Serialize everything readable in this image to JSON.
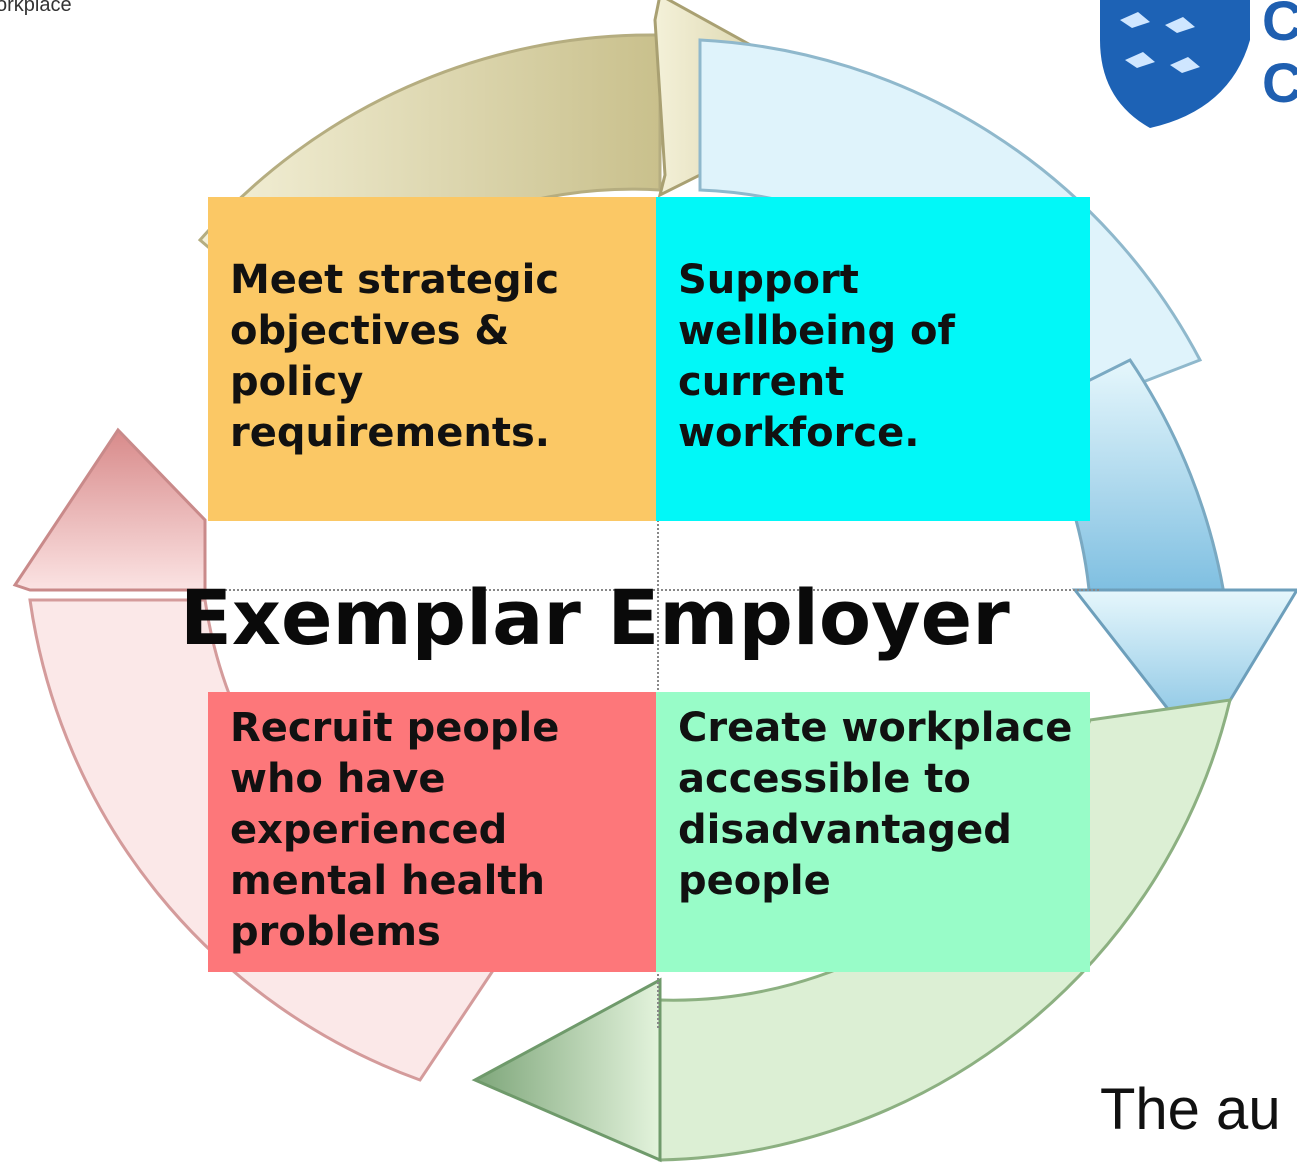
{
  "header": {
    "top_left_text": "orkplace"
  },
  "logo": {
    "letter_1": "C",
    "letter_2": "C",
    "icon": "shield-crest-icon"
  },
  "diagram": {
    "center_title": "Exemplar Employer",
    "quadrants": [
      {
        "key": "top_left",
        "text": "Meet strategic objectives & policy requirements.",
        "color": "#fbc865"
      },
      {
        "key": "top_right",
        "text": "Support wellbeing of current workforce.",
        "color": "#01f8f8"
      },
      {
        "key": "bottom_left",
        "text": "Recruit people who have experienced mental health problems",
        "color": "#fd777a"
      },
      {
        "key": "bottom_right",
        "text": "Create workplace accessible to disadvantaged people",
        "color": "#98fcc8"
      }
    ],
    "arrows": [
      {
        "name": "top-arrow",
        "color": "#d7cfa4"
      },
      {
        "name": "right-arrow",
        "color": "#9ccfe8"
      },
      {
        "name": "bottom-arrow",
        "color": "#9fbf98"
      },
      {
        "name": "left-arrow",
        "color": "#e59a9a"
      }
    ]
  },
  "footer": {
    "partial_text": "The au"
  }
}
